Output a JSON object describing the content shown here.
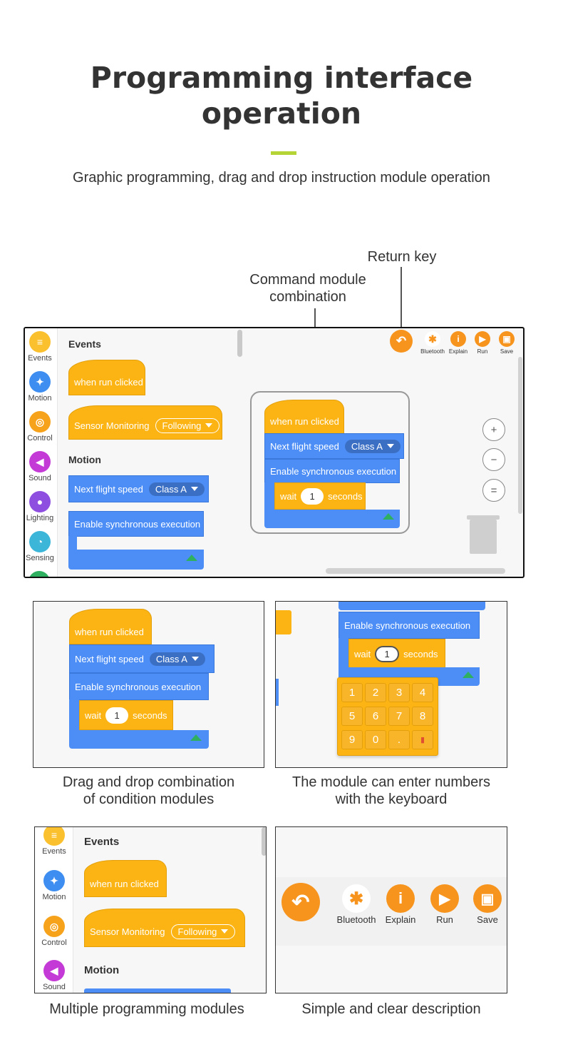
{
  "header": {
    "title_line1": "Programming interface",
    "title_line2": "operation",
    "subtitle": "Graphic programming, drag and drop instruction module operation",
    "accent_color": "#b4d334"
  },
  "callouts": {
    "return_key": "Return key",
    "command_line1": "Command module",
    "command_line2": "combination"
  },
  "categories": [
    {
      "label": "Events",
      "icon": "document-icon",
      "color": "#fbc02d"
    },
    {
      "label": "Motion",
      "icon": "running-person-icon",
      "color": "#3d8ef0"
    },
    {
      "label": "Control",
      "icon": "target-icon",
      "color": "#f7a21b"
    },
    {
      "label": "Sound",
      "icon": "speaker-icon",
      "color": "#c33ad6"
    },
    {
      "label": "Lighting",
      "icon": "bulb-icon",
      "color": "#8e4fe0"
    },
    {
      "label": "Sensing",
      "icon": "sensor-icon",
      "color": "#3bb5d8"
    }
  ],
  "palette": {
    "events_heading": "Events",
    "motion_heading": "Motion"
  },
  "blocks": {
    "when_run_clicked": "when run clicked",
    "sensor_monitoring": "Sensor Monitoring",
    "following": "Following",
    "next_flight_speed": "Next flight speed",
    "class_a": "Class  A",
    "enable_sync": "Enable synchronous execution",
    "wait": "wait",
    "wait_value": "1",
    "seconds": "seconds"
  },
  "toolbar": {
    "back": "back-arrow-icon",
    "bluetooth": "Bluetooth",
    "explain": "Explain",
    "run": "Run",
    "save": "Save"
  },
  "zoom": {
    "zoom_in": "+",
    "zoom_out": "−",
    "reset": "="
  },
  "keypad": [
    "1",
    "2",
    "3",
    "4",
    "5",
    "6",
    "7",
    "8",
    "9",
    "0",
    "."
  ],
  "captions": {
    "drag_line1": "Drag and drop combination",
    "drag_line2": "of condition modules",
    "keyboard_line1": "The module can enter numbers",
    "keyboard_line2": "with the keyboard",
    "multiple": "Multiple programming modules",
    "simple": "Simple and clear description"
  }
}
